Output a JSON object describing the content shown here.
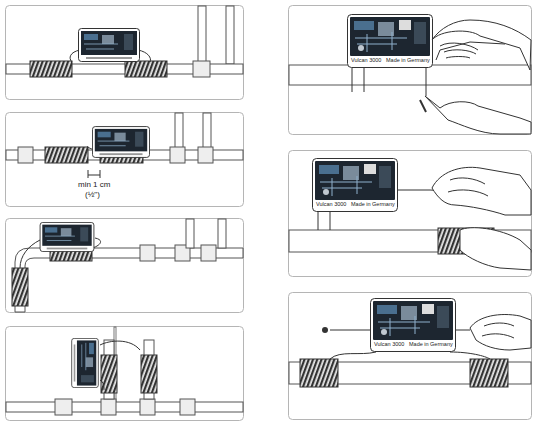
{
  "diagram": {
    "labels": [
      "min 1 cm",
      "(½\")",
      "Vulcan 3000",
      "Made in Germany",
      "Vulcan 3000",
      "Made in Germany",
      "Vulcan 3000",
      "Made in Germany"
    ]
  }
}
